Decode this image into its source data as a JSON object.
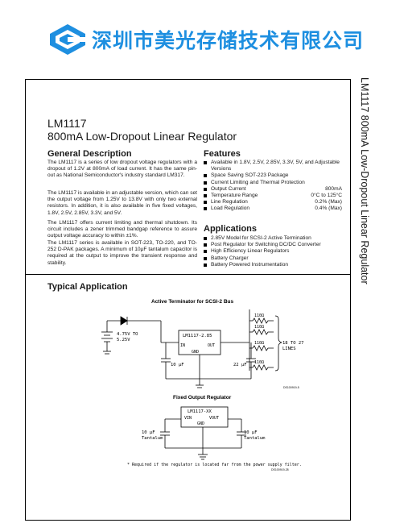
{
  "banner": {
    "company": "深圳市美光存储技术有限公司"
  },
  "side_title": "LM1117 800mA Low-Dropout Linear Regulator",
  "header": {
    "part": "LM1117",
    "title": "800mA Low-Dropout Linear Regulator"
  },
  "general": {
    "heading": "General Description",
    "p1": "The LM1117 is a series of low dropout voltage regulators with a dropout of 1.2V at 800mA of load current. It has the same pin-out as National Semiconductor's industry standard LM317.",
    "p2": "The LM1117 is available in an adjustable version, which can set the output voltage from 1.25V to 13.8V with only two external resistors. In addition, it is also available in five fixed voltages, 1.8V, 2.5V, 2.85V, 3.3V, and 5V.",
    "p3": "The LM1117 offers current limiting and thermal shutdown. Its circuit includes a zener trimmed bandgap reference to assure output voltage accuracy to within ±1%.",
    "p4": "The LM1117 series is available in SOT-223, TO-220, and TO-252 D-PAK packages. A minimum of 10μF tantalum capacitor is required at the output to improve the transient response and stability."
  },
  "features": {
    "heading": "Features",
    "items": [
      {
        "label": "Available in 1.8V, 2.5V, 2.85V, 3.3V, 5V, and Adjustable Versions",
        "value": ""
      },
      {
        "label": "Space Saving SOT-223 Package",
        "value": ""
      },
      {
        "label": "Current Limiting and Thermal Protection",
        "value": ""
      },
      {
        "label": "Output Current",
        "value": "800mA"
      },
      {
        "label": "Temperature Range",
        "value": "0°C to 125°C"
      },
      {
        "label": "Line Regulation",
        "value": "0.2% (Max)"
      },
      {
        "label": "Load Regulation",
        "value": "0.4% (Max)"
      }
    ]
  },
  "applications": {
    "heading": "Applications",
    "items": [
      "2.85V Model for SCSI-2 Active Termination",
      "Post Regulator for Switching DC/DC Converter",
      "High Efficiency Linear Regulators",
      "Battery Charger",
      "Battery Powered Instrumentation"
    ]
  },
  "typical": {
    "heading": "Typical Application",
    "circuit1": {
      "title": "Active Terminator for SCSI-2 Bus",
      "chip": "LM1117-2.85",
      "pin_in": "IN",
      "pin_out": "OUT",
      "pin_gnd": "GND",
      "input_v1": "4.75V TO",
      "input_v2": "5.25V",
      "c_in": "10 μF",
      "c_out": "22 μF",
      "resistors": [
        "110Ω",
        "110Ω",
        "110Ω",
        "110Ω"
      ],
      "lines1": "18 TO 27",
      "lines2": "LINES",
      "code": "DS100919-5"
    },
    "circuit2": {
      "title": "Fixed Output Regulator",
      "chip": "LM1117-XX",
      "pin_in": "VIN",
      "pin_out": "VOUT",
      "pin_gnd": "GND",
      "cap_left1": "10 μF",
      "cap_left2": "Tantalum",
      "cap_right1": "10 μF",
      "cap_right2": "Tantalum",
      "note": "* Required if the regulator is located far from the power supply filter.",
      "code": "DS100919-28"
    }
  }
}
